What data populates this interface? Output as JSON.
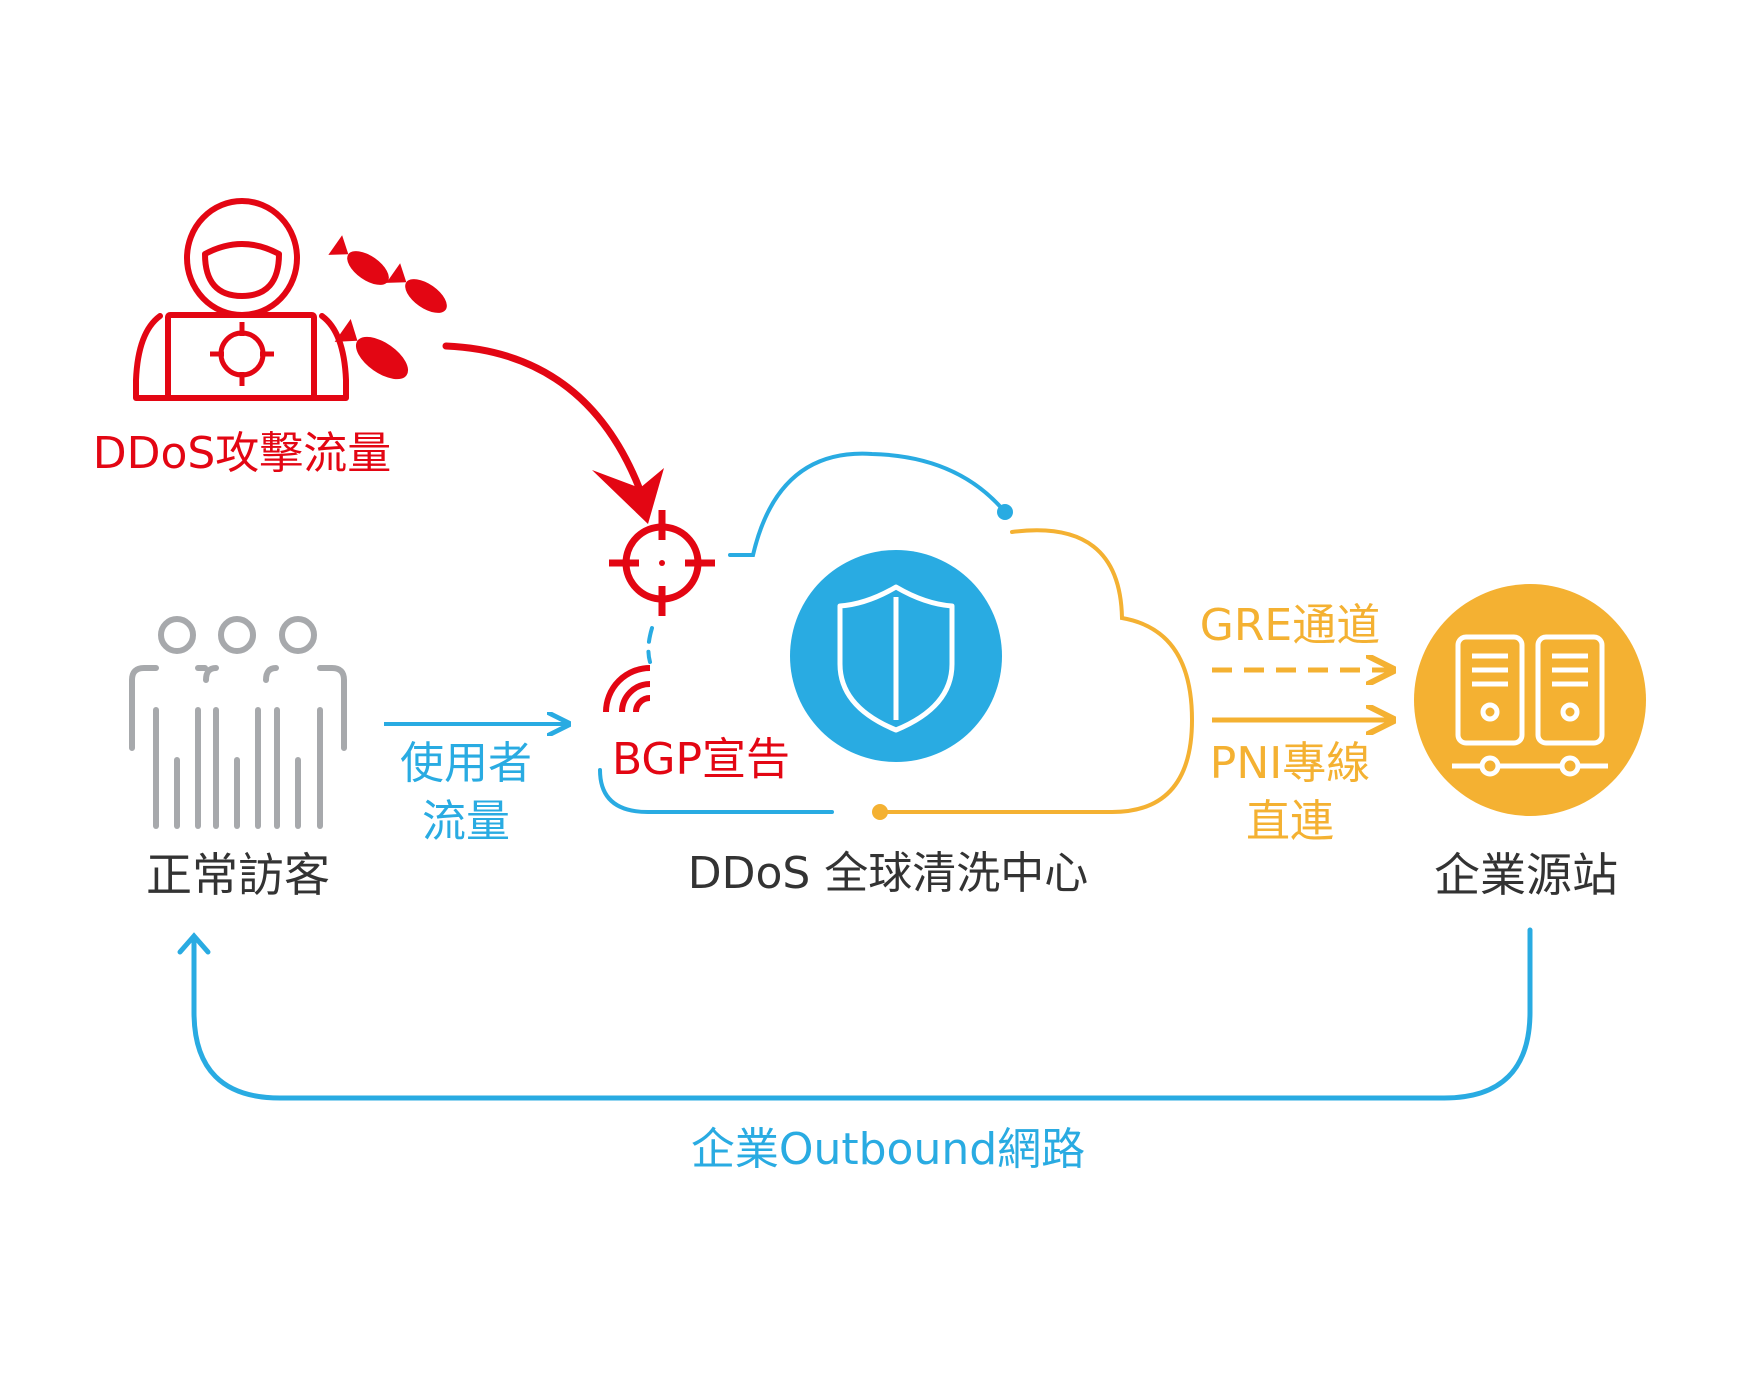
{
  "labels": {
    "attack": "DDoS攻擊流量",
    "visitors": "正常訪客",
    "user_traffic_line1": "使用者",
    "user_traffic_line2": "流量",
    "bgp": "BGP宣告",
    "scrubbing_center": "DDoS 全球清洗中心",
    "gre": "GRE通道",
    "pni_line1": "PNI專線",
    "pni_line2": "直連",
    "origin": "企業源站",
    "outbound": "企業Outbound網路"
  },
  "colors": {
    "attack": "#E30613",
    "traffic": "#29ABE2",
    "origin": "#F4B132",
    "people": "#A7A9AC",
    "text": "#333333"
  },
  "icons": {
    "attacker": "hacker-laptop-icon",
    "bombs": "bomb-icon",
    "target": "crosshair-icon",
    "bgp": "wireless-signal-icon",
    "shield": "shield-icon",
    "visitors": "users-group-icon",
    "origin": "server-icon"
  }
}
